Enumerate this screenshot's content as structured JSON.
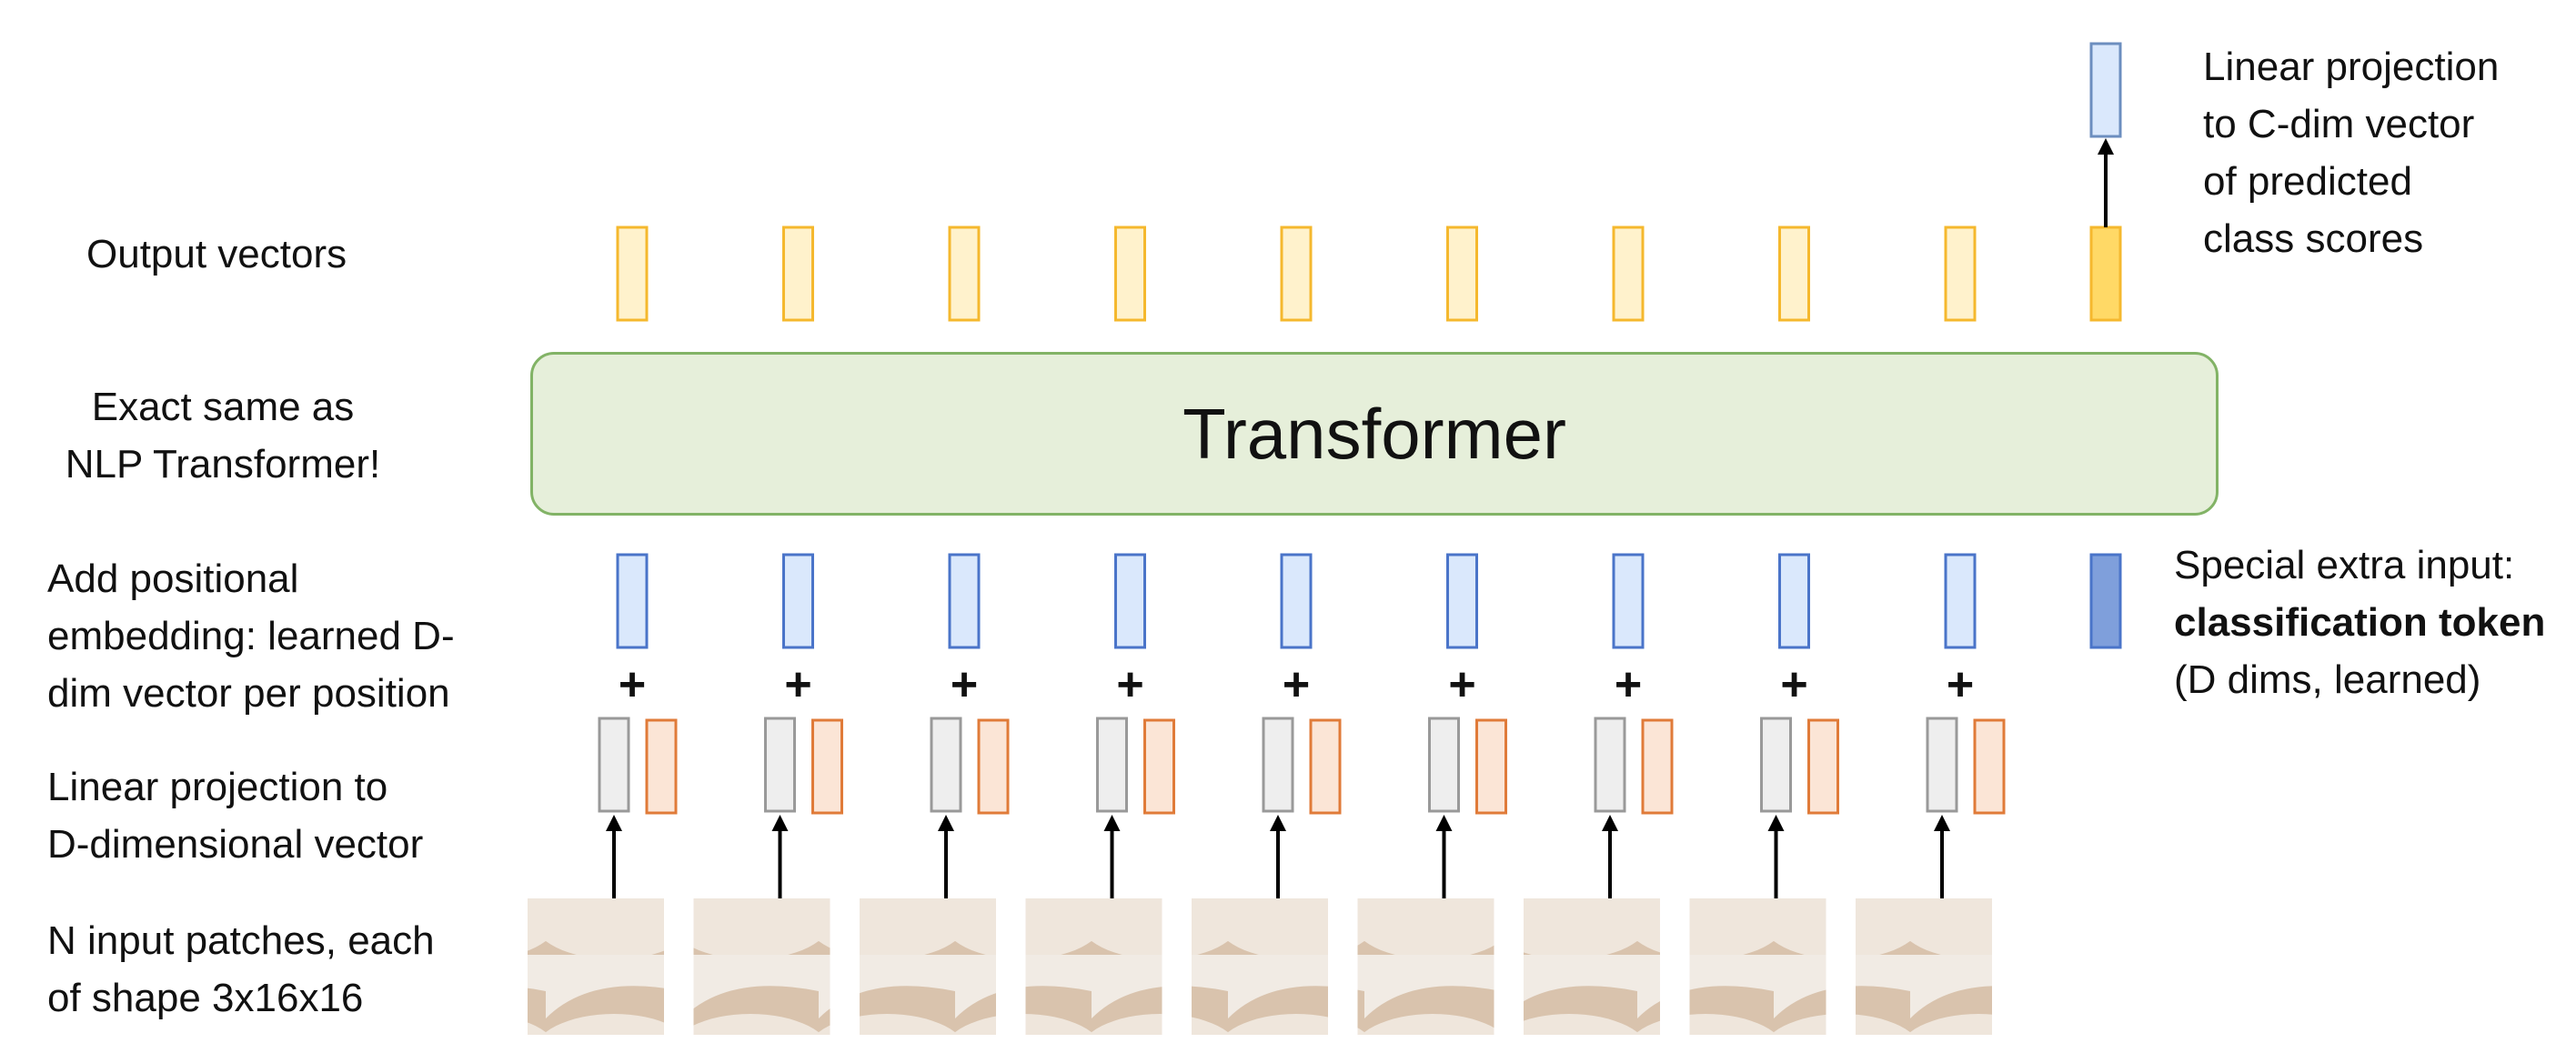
{
  "labels": {
    "output_vectors": "Output vectors",
    "transformer_note": [
      "Exact same as",
      "NLP Transformer!"
    ],
    "positional": [
      "Add positional",
      "embedding: learned D-",
      "dim vector per position"
    ],
    "linear": [
      "Linear projection to",
      "D-dimensional vector"
    ],
    "patches": [
      "N input patches, each",
      "of shape 3x16x16"
    ],
    "class_proj": [
      "Linear projection",
      "to C-dim vector",
      "of predicted",
      "class scores"
    ],
    "special_input": "Special extra input:",
    "classification_token": "classification token",
    "token_dims": "(D dims, learned)"
  },
  "transformer": {
    "title": "Transformer"
  },
  "plus_symbol": "+",
  "patch_count": 9,
  "colors": {
    "output_fill": "#fff2cc",
    "output_stroke": "#f5b82e",
    "output_cls_fill": "#ffd966",
    "class_score_fill": "#dae8fc",
    "class_score_stroke": "#6c8ebf",
    "pos_fill": "#dae8fc",
    "pos_stroke": "#4a74c9",
    "cls_token_fill": "#7f9fdb",
    "patch_fill": "#eeeeee",
    "patch_stroke": "#999999",
    "proj_fill": "#fbe5d6",
    "proj_stroke": "#e07b39",
    "transformer_fill": "#e6efda",
    "transformer_stroke": "#82b366",
    "arrow": "#000000"
  }
}
